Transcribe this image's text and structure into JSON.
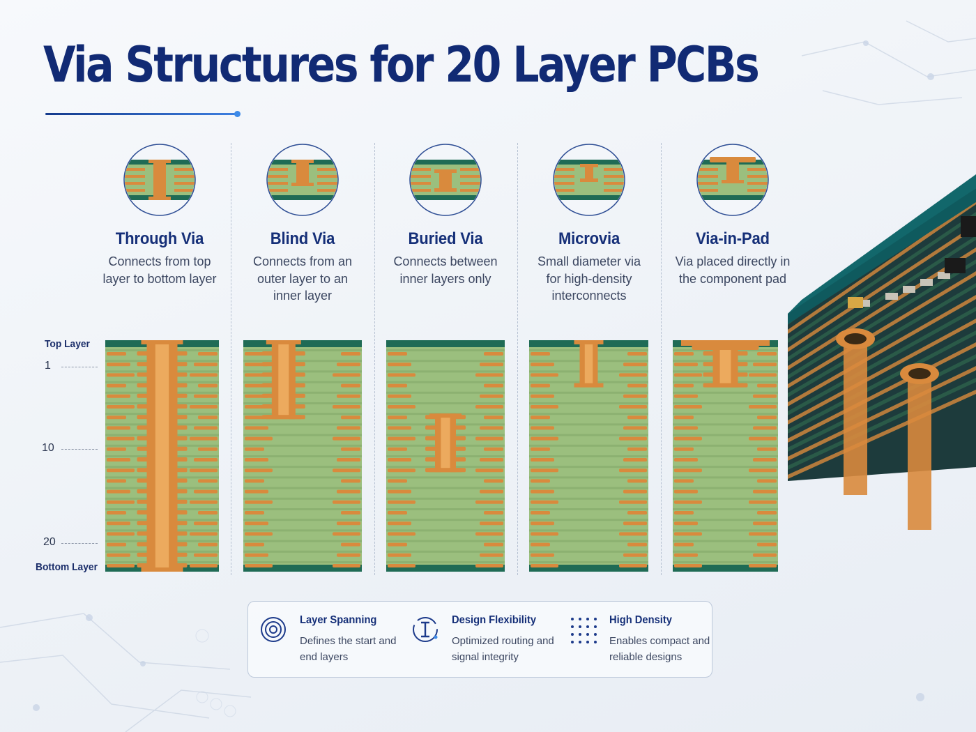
{
  "page": {
    "title": "Via Structures for 20 Layer PCBs"
  },
  "colors": {
    "title": "#112a74",
    "accent": "#3d8ae8",
    "laminate": "#9bbf7e",
    "laminate_dark": "#7fa566",
    "copper": "#d98a3d",
    "solder_mask": "#1f6b55",
    "board_teal": "#0f5a5e"
  },
  "via_types": [
    {
      "name": "Through Via",
      "description": "Connects from top layer to bottom layer",
      "icon": "through-via-icon"
    },
    {
      "name": "Blind Via",
      "description": "Connects from an outer layer to an inner layer",
      "icon": "blind-via-icon"
    },
    {
      "name": "Buried Via",
      "description": "Connects between inner layers only",
      "icon": "buried-via-icon"
    },
    {
      "name": "Microvia",
      "description": "Small diameter via for high-density interconnects",
      "icon": "microvia-icon"
    },
    {
      "name": "Via-in-Pad",
      "description": "Via placed directly in the component pad",
      "icon": "via-in-pad-icon"
    }
  ],
  "layer_axis": {
    "top_label": "Top Layer",
    "bottom_label": "Bottom Layer",
    "ticks": [
      "1",
      "10",
      "20"
    ]
  },
  "legend": [
    {
      "title": "Layer Spanning",
      "description": "Defines the start and end layers",
      "icon": "target-icon"
    },
    {
      "title": "Design Flexibility",
      "description": "Optimized routing and signal integrity",
      "icon": "via-cursor-icon"
    },
    {
      "title": "High Density",
      "description": "Enables compact and reliable designs",
      "icon": "dot-grid-icon"
    }
  ]
}
